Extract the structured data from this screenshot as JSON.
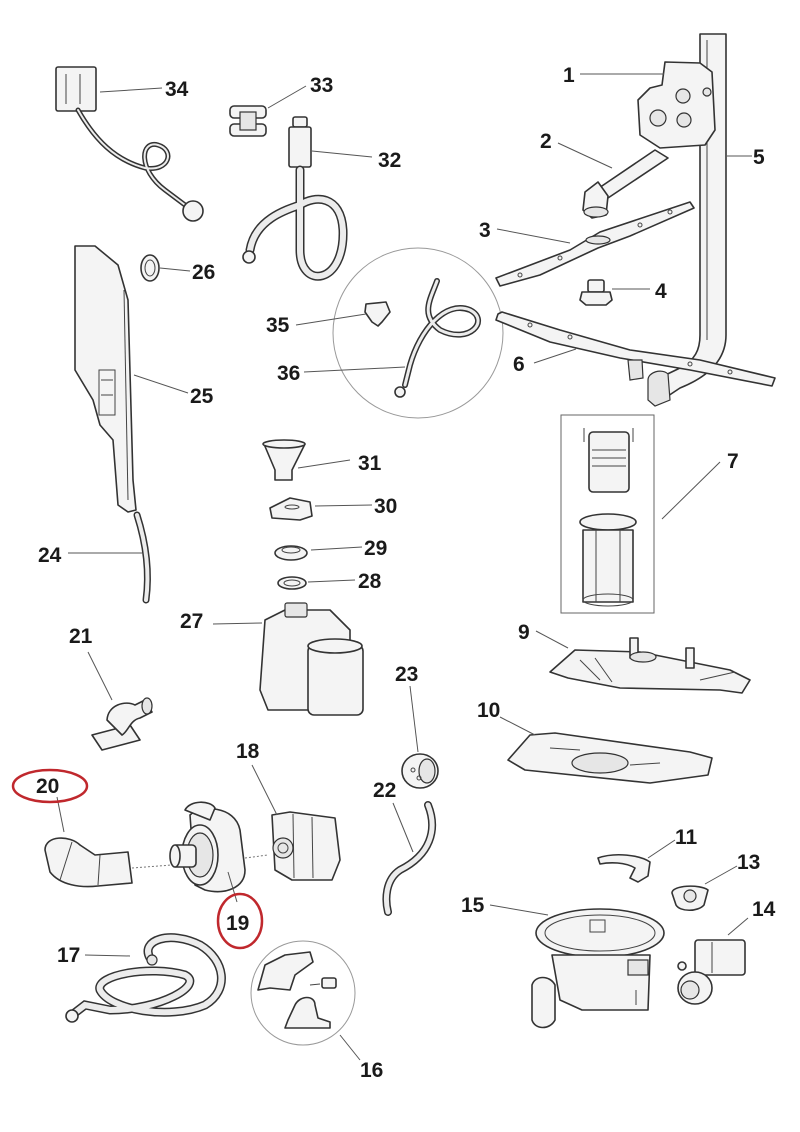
{
  "diagram": {
    "type": "exploded-parts-diagram",
    "subject": "dishwasher wash system parts",
    "highlight_color": "#c0282d",
    "parts": [
      {
        "id": "p1",
        "label": "1",
        "name": "water distributor block",
        "highlighted": false
      },
      {
        "id": "p2",
        "label": "2",
        "name": "upper spray arm feed tube",
        "highlighted": false
      },
      {
        "id": "p3",
        "label": "3",
        "name": "upper spray arm",
        "highlighted": false
      },
      {
        "id": "p4",
        "label": "4",
        "name": "spray arm nut",
        "highlighted": false
      },
      {
        "id": "p5",
        "label": "5",
        "name": "vertical supply pipe",
        "highlighted": false
      },
      {
        "id": "p6",
        "label": "6",
        "name": "lower spray arm",
        "highlighted": false
      },
      {
        "id": "p7",
        "label": "7",
        "name": "filter assembly",
        "highlighted": false
      },
      {
        "id": "p9",
        "label": "9",
        "name": "filter support",
        "highlighted": false
      },
      {
        "id": "p10",
        "label": "10",
        "name": "flat filter plate",
        "highlighted": false
      },
      {
        "id": "p11",
        "label": "11",
        "name": "clip",
        "highlighted": false
      },
      {
        "id": "p13",
        "label": "13",
        "name": "sensor cap",
        "highlighted": false
      },
      {
        "id": "p14",
        "label": "14",
        "name": "drain pump",
        "highlighted": false
      },
      {
        "id": "p15",
        "label": "15",
        "name": "sump assembly",
        "highlighted": false
      },
      {
        "id": "p16",
        "label": "16",
        "name": "float switch kit",
        "highlighted": false
      },
      {
        "id": "p17",
        "label": "17",
        "name": "drain hose",
        "highlighted": false
      },
      {
        "id": "p18",
        "label": "18",
        "name": "circulation pump motor",
        "highlighted": false
      },
      {
        "id": "p19",
        "label": "19",
        "name": "pump housing",
        "highlighted": true
      },
      {
        "id": "p20",
        "label": "20",
        "name": "pump connection hose",
        "highlighted": true
      },
      {
        "id": "p21",
        "label": "21",
        "name": "elbow connector",
        "highlighted": false
      },
      {
        "id": "p22",
        "label": "22",
        "name": "small hose",
        "highlighted": false
      },
      {
        "id": "p23",
        "label": "23",
        "name": "cap",
        "highlighted": false
      },
      {
        "id": "p24",
        "label": "24",
        "name": "tube",
        "highlighted": false
      },
      {
        "id": "p25",
        "label": "25",
        "name": "air break / side panel",
        "highlighted": false
      },
      {
        "id": "p26",
        "label": "26",
        "name": "cap",
        "highlighted": false
      },
      {
        "id": "p27",
        "label": "27",
        "name": "salt container",
        "highlighted": false
      },
      {
        "id": "p28",
        "label": "28",
        "name": "gasket",
        "highlighted": false
      },
      {
        "id": "p29",
        "label": "29",
        "name": "nut",
        "highlighted": false
      },
      {
        "id": "p30",
        "label": "30",
        "name": "salt cap",
        "highlighted": false
      },
      {
        "id": "p31",
        "label": "31",
        "name": "funnel",
        "highlighted": false
      },
      {
        "id": "p32",
        "label": "32",
        "name": "inlet hose",
        "highlighted": false
      },
      {
        "id": "p33",
        "label": "33",
        "name": "clamp",
        "highlighted": false
      },
      {
        "id": "p34",
        "label": "34",
        "name": "power cable",
        "highlighted": false
      },
      {
        "id": "p35",
        "label": "35",
        "name": "valve",
        "highlighted": false
      },
      {
        "id": "p36",
        "label": "36",
        "name": "inlet hose kit",
        "highlighted": false
      }
    ]
  }
}
